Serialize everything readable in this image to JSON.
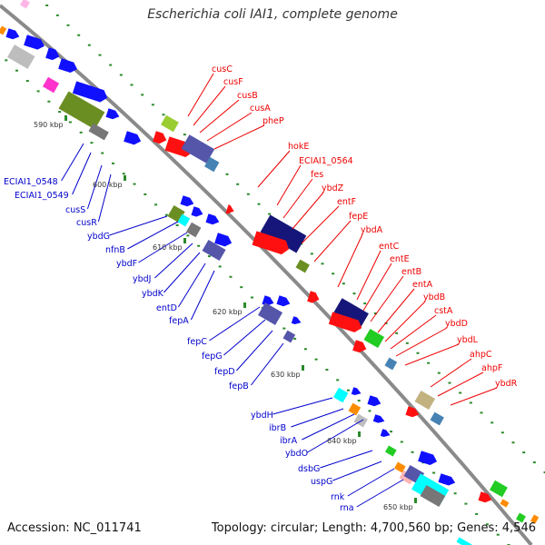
{
  "title": "Escherichia coli IAI1, complete genome",
  "footer": {
    "accession": "Accession: NC_011741",
    "topology": "Topology: circular; Length: 4,700,560 bp; Genes: 4,546"
  },
  "colors": {
    "backbone": "#8a8a8a",
    "tick": "#2a8a2a",
    "blue_gene": "#1010ff",
    "red_gene": "#ff1010",
    "right_label": "#ee0000",
    "left_label": "#0000cc",
    "navy": "#16167a",
    "slate": "#5555aa",
    "olive": "#6b8e23",
    "gray": "#9a9a9a",
    "tan": "#c2b280",
    "cyan": "#00ffff",
    "green": "#22cc22",
    "orange": "#ff8c00",
    "magenta": "#ff33cc",
    "steel": "#4682b4"
  },
  "kbp_labels": [
    "590 kbp",
    "600 kbp",
    "610 kbp",
    "620 kbp",
    "630 kbp",
    "640 kbp",
    "650 kbp"
  ],
  "right_genes": [
    "cusC",
    "cusF",
    "cusB",
    "cusA",
    "pheP",
    "hokE",
    "ECIAI1_0564",
    "fes",
    "ybdZ",
    "entF",
    "fepE",
    "ybdA",
    "entC",
    "entE",
    "entB",
    "entA",
    "ybdB",
    "cstA",
    "ybdD",
    "ybdL",
    "ahpC",
    "ahpF",
    "ybdR"
  ],
  "left_genes": [
    "ECIAI1_0548",
    "ECIAI1_0549",
    "cusS",
    "cusR",
    "ybdG",
    "nfnB",
    "ybdF",
    "ybdJ",
    "ybdK",
    "entD",
    "fepA",
    "fepC",
    "fepG",
    "fepD",
    "fepB",
    "ybdH",
    "ibrB",
    "ibrA",
    "ybdO",
    "dsbG",
    "uspG",
    "rnk",
    "rna"
  ]
}
